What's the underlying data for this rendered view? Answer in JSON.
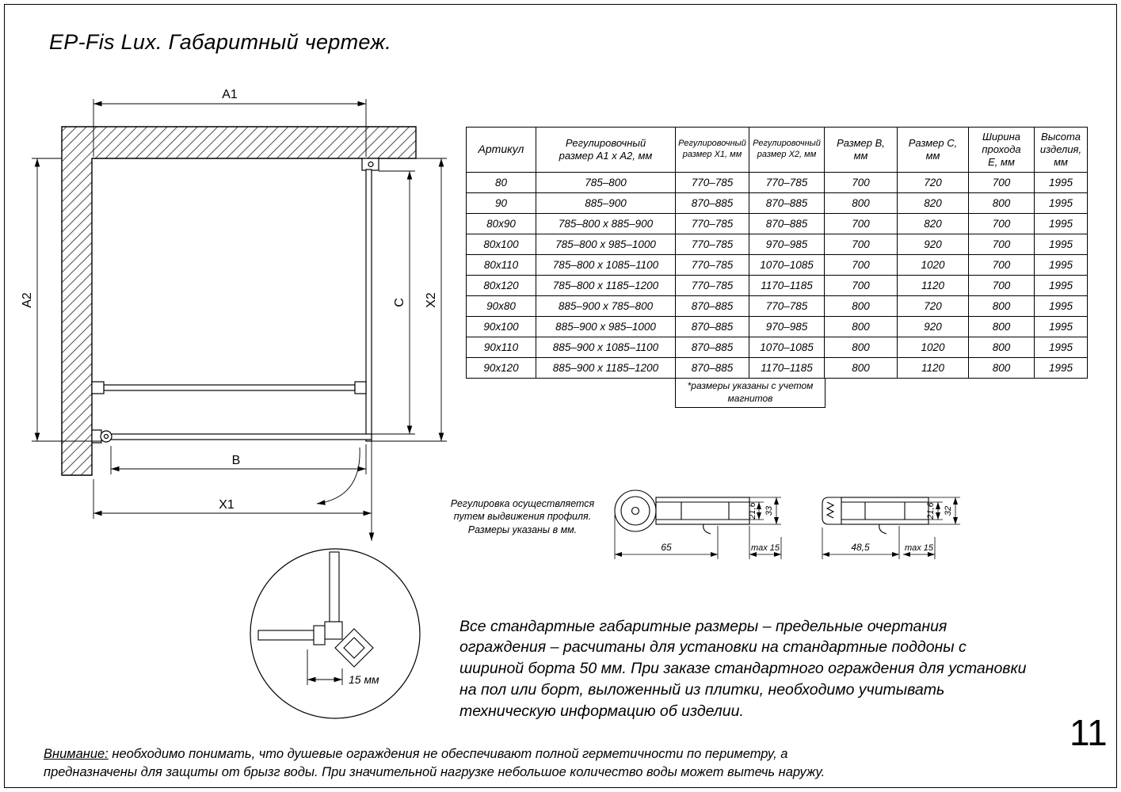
{
  "page": {
    "title": "EP-Fis Lux. Габаритный чертеж.",
    "number": "11"
  },
  "plan": {
    "dim_a1": "A1",
    "dim_a2": "A2",
    "dim_x1": "X1",
    "dim_x2": "X2",
    "dim_b": "B",
    "dim_c": "C",
    "detail_dim": "15 мм"
  },
  "table": {
    "headers": [
      "Артикул",
      "Регулировочный\nразмер А1 х А2, мм",
      "Регулировочный\nразмер Х1, мм",
      "Регулировочный\nразмер Х2, мм",
      "Размер В,\nмм",
      "Размер С,\nмм",
      "Ширина\nпрохода\nЕ, мм",
      "Высота\nизделия,\nмм"
    ],
    "rows": [
      [
        "80",
        "785–800",
        "770–785",
        "770–785",
        "700",
        "720",
        "700",
        "1995"
      ],
      [
        "90",
        "885–900",
        "870–885",
        "870–885",
        "800",
        "820",
        "800",
        "1995"
      ],
      [
        "80х90",
        "785–800 х 885–900",
        "770–785",
        "870–885",
        "700",
        "820",
        "700",
        "1995"
      ],
      [
        "80х100",
        "785–800 х 985–1000",
        "770–785",
        "970–985",
        "700",
        "920",
        "700",
        "1995"
      ],
      [
        "80х110",
        "785–800 х 1085–1100",
        "770–785",
        "1070–1085",
        "700",
        "1020",
        "700",
        "1995"
      ],
      [
        "80х120",
        "785–800 х 1185–1200",
        "770–785",
        "1170–1185",
        "700",
        "1120",
        "700",
        "1995"
      ],
      [
        "90х80",
        "885–900 х 785–800",
        "870–885",
        "770–785",
        "800",
        "720",
        "800",
        "1995"
      ],
      [
        "90х100",
        "885–900 х 985–1000",
        "870–885",
        "970–985",
        "800",
        "920",
        "800",
        "1995"
      ],
      [
        "90х110",
        "885–900 х 1085–1100",
        "870–885",
        "1070–1085",
        "800",
        "1020",
        "800",
        "1995"
      ],
      [
        "90х120",
        "885–900 х 1185–1200",
        "870–885",
        "1170–1185",
        "800",
        "1120",
        "800",
        "1995"
      ]
    ],
    "footnote": "*размеры указаны с учетом\nмагнитов"
  },
  "profiles": {
    "note": "Регулировка осуществляется\nпутем выдвижения профиля.\nРазмеры указаны в мм.",
    "p1": {
      "width": "65",
      "max": "max 15",
      "inner_height": "21,6",
      "outer_height": "33"
    },
    "p2": {
      "width": "48,5",
      "max": "max 15",
      "inner_height": "21,6",
      "outer_height": "32"
    }
  },
  "notes": {
    "main": "Все стандартные габаритные размеры – предельные очертания ограждения – расчитаны для установки на стандартные поддоны с шириной борта 50 мм. При заказе стандартного ограждения для установки на пол или борт, выложенный из плитки, необходимо учитывать техническую информацию об изделии.",
    "warning_label": "Внимание:",
    "warning_text": " необходимо понимать, что душевые ограждения не обеспечивают полной герметичности по периметру, а предназначены для защиты от брызг воды. При значительной нагрузке небольшое количество воды может вытечь наружу."
  }
}
